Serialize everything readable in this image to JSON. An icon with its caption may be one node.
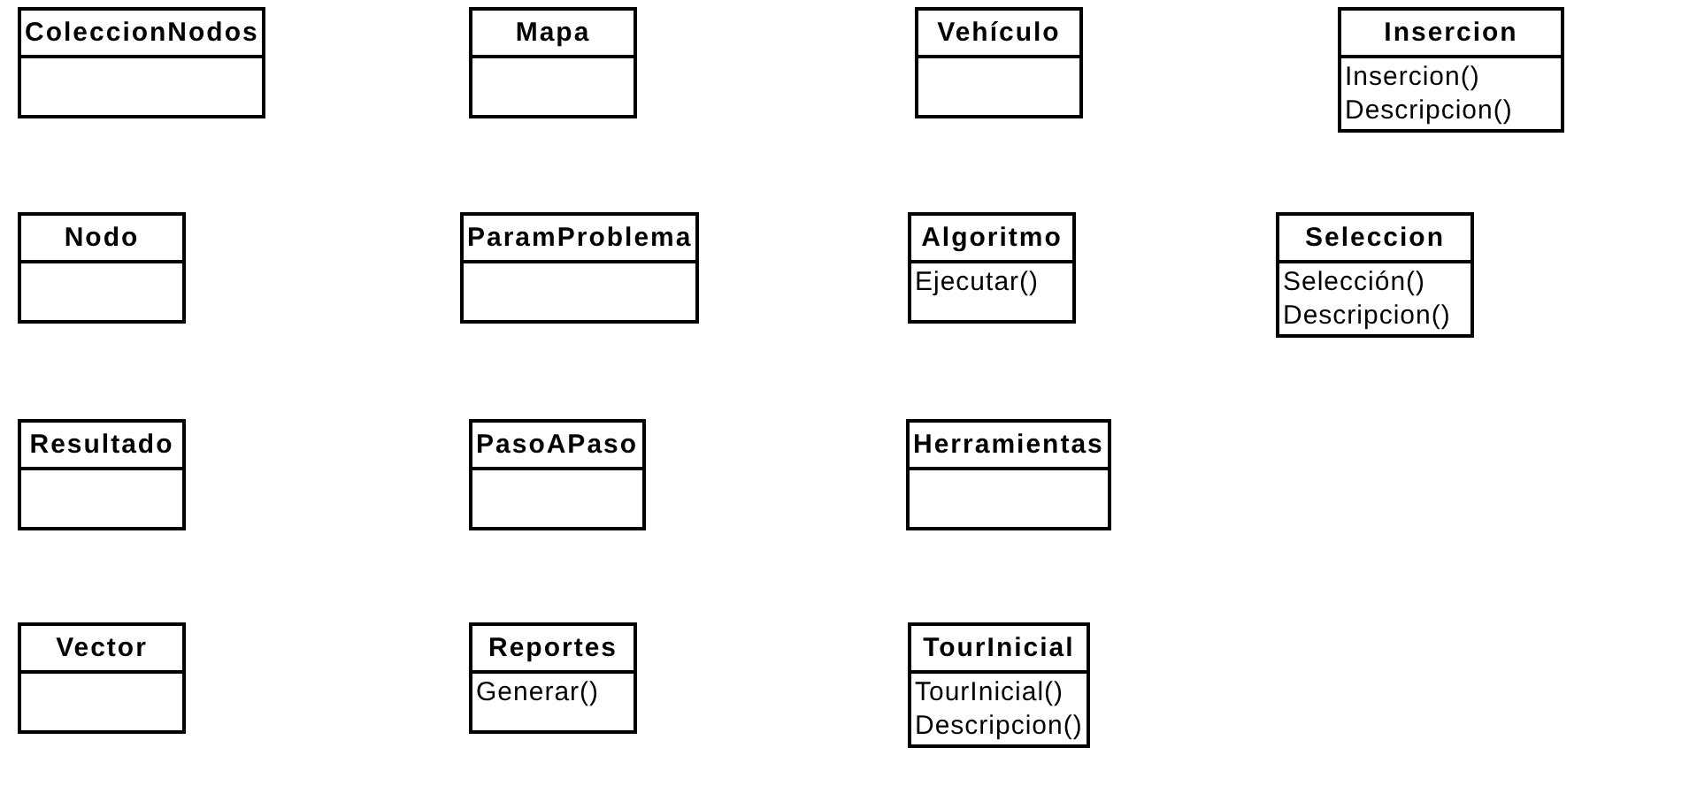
{
  "diagram": {
    "nodes": [
      {
        "text": [
          "ColeccionNodos"
        ]
      },
      {
        "text": [
          "Mapa"
        ]
      },
      {
        "text": [
          "Vehículo"
        ]
      },
      {
        "text": [
          "Insercion",
          "Insercion()",
          "Descripcion()"
        ]
      },
      {
        "text": [
          "Nodo"
        ]
      },
      {
        "text": [
          "ParamProblema"
        ]
      },
      {
        "text": [
          "Algoritmo",
          "Ejecutar()"
        ]
      },
      {
        "text": [
          "Seleccion",
          "Selección()",
          "Descripcion()"
        ]
      },
      {
        "text": [
          "Resultado"
        ]
      },
      {
        "text": [
          "PasoAPaso"
        ]
      },
      {
        "text": [
          "Herramientas"
        ]
      },
      {
        "text": [
          "Vector"
        ]
      },
      {
        "text": [
          "Reportes",
          "Generar()"
        ]
      },
      {
        "text": [
          "TourInicial",
          "TourInicial()",
          "Descripcion()"
        ]
      }
    ]
  }
}
